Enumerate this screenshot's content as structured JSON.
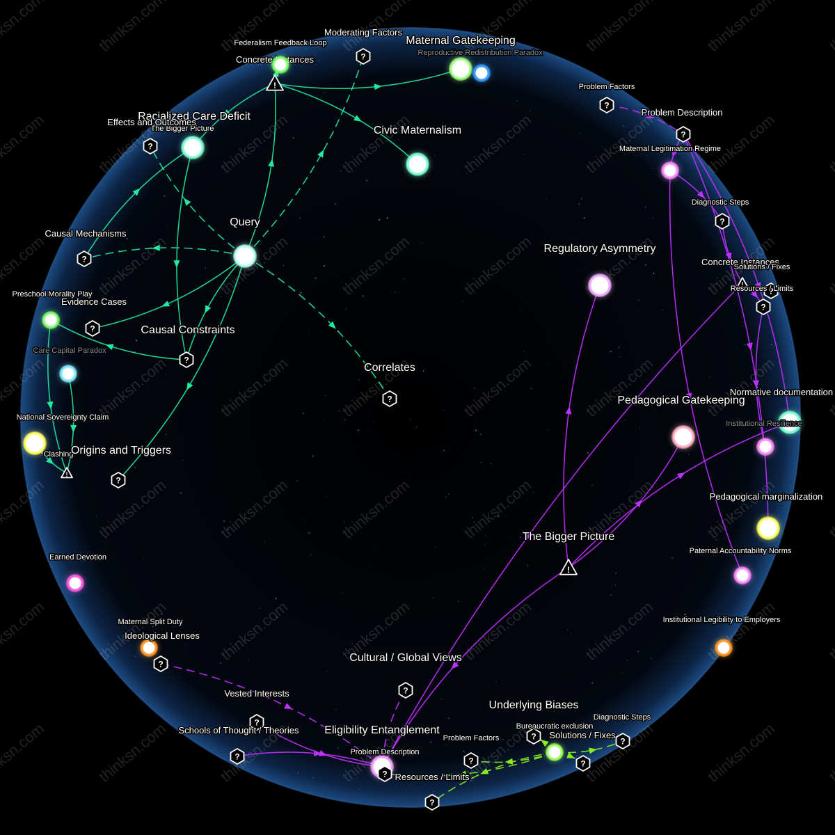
{
  "watermark": "thinksn.com",
  "colors": {
    "background": "#000000",
    "sphere": "#0b1a33",
    "sphere_rim": "#2c5e9e",
    "green": "#22e8a0",
    "purple": "#c030ff",
    "lime": "#88ee22",
    "white": "#ffffff"
  },
  "nodes": [
    {
      "id": "query",
      "label": "Query",
      "color": "#b8ffee",
      "type": "orb"
    },
    {
      "id": "correlates",
      "label": "Correlates",
      "type": "question"
    },
    {
      "id": "civic_maternalism",
      "label": "Civic Maternalism",
      "color": "#7dffd4",
      "type": "orb"
    },
    {
      "id": "maternal_gatekeeping",
      "label": "Maternal Gatekeeping",
      "color": "#a0ff80",
      "type": "orb"
    },
    {
      "id": "reproductive_paradox",
      "label": "Reproductive Redistribution Paradox",
      "color": "#3aa0ff",
      "type": "orb-small",
      "dim": true
    },
    {
      "id": "moderating_factors",
      "label": "Moderating Factors",
      "type": "question"
    },
    {
      "id": "concrete_instances_top",
      "label": "Concrete Instances",
      "type": "warning"
    },
    {
      "id": "federalism_loop",
      "label": "Federalism Feedback Loop",
      "color": "#80ff70",
      "type": "orb-small"
    },
    {
      "id": "racialized_care",
      "label": "Racialized Care Deficit",
      "color": "#7dffd4",
      "type": "orb"
    },
    {
      "id": "bigger_picture_small",
      "label": "The Bigger Picture",
      "type": "label-only"
    },
    {
      "id": "effects_outcomes",
      "label": "Effects and Outcomes",
      "type": "question"
    },
    {
      "id": "causal_mechanisms",
      "label": "Causal Mechanisms",
      "type": "question"
    },
    {
      "id": "evidence_cases",
      "label": "Evidence Cases",
      "type": "question"
    },
    {
      "id": "preschool_morality",
      "label": "Preschool Morality Play",
      "color": "#80ff70",
      "type": "orb-small"
    },
    {
      "id": "care_capital",
      "label": "Care Capital Paradox",
      "color": "#80eaff",
      "type": "orb-small",
      "dim": true
    },
    {
      "id": "causal_constraints",
      "label": "Causal Constraints",
      "type": "question"
    },
    {
      "id": "sovereignty_claim",
      "label": "National Sovereignty Claim",
      "color": "#ffff60",
      "type": "orb"
    },
    {
      "id": "clashing",
      "label": "Clashing",
      "type": "warning-small"
    },
    {
      "id": "origins_triggers",
      "label": "Origins and Triggers",
      "type": "question"
    },
    {
      "id": "earned_devotion",
      "label": "Earned Devotion",
      "color": "#ff60e0",
      "type": "orb-small"
    },
    {
      "id": "maternal_split_duty",
      "label": "Maternal Split Duty",
      "color": "#ff9a30",
      "type": "orb-small"
    },
    {
      "id": "ideological_lenses",
      "label": "Ideological Lenses",
      "type": "question"
    },
    {
      "id": "vested_interests",
      "label": "Vested Interests",
      "type": "question"
    },
    {
      "id": "schools_of_thought",
      "label": "Schools of Thought / Theories",
      "type": "question"
    },
    {
      "id": "cultural_views",
      "label": "Cultural / Global Views",
      "type": "question"
    },
    {
      "id": "eligibility_entanglement",
      "label": "Eligibility Entanglement",
      "color": "#f0a0ff",
      "type": "orb"
    },
    {
      "id": "problem_description_bottom",
      "label": "Problem Description",
      "type": "question"
    },
    {
      "id": "problem_factors_bottom",
      "label": "Problem Factors",
      "type": "question"
    },
    {
      "id": "resources_limits_bottom",
      "label": "Resources / Limits",
      "type": "question"
    },
    {
      "id": "underlying_biases",
      "label": "Underlying Biases",
      "type": "question"
    },
    {
      "id": "bureaucratic_exclusion",
      "label": "Bureaucratic exclusion",
      "color": "#a0ff60",
      "type": "orb-small"
    },
    {
      "id": "solutions_fixes_bottom",
      "label": "Solutions / Fixes",
      "type": "question"
    },
    {
      "id": "diagnostic_steps_bottom",
      "label": "Diagnostic Steps",
      "type": "question"
    },
    {
      "id": "regulatory_asymmetry",
      "label": "Regulatory Asymmetry",
      "color": "#f0b0ff",
      "type": "orb"
    },
    {
      "id": "pedagogical_gatekeeping",
      "label": "Pedagogical Gatekeeping",
      "color": "#ffb0c0",
      "type": "orb"
    },
    {
      "id": "bigger_picture",
      "label": "The Bigger Picture",
      "type": "warning"
    },
    {
      "id": "problem_factors_right",
      "label": "Problem Factors",
      "type": "question"
    },
    {
      "id": "problem_description_right",
      "label": "Problem Description",
      "type": "question"
    },
    {
      "id": "maternal_legitimation",
      "label": "Maternal Legitimation Regime",
      "color": "#ff90ff",
      "type": "orb-small"
    },
    {
      "id": "diagnostic_steps_right",
      "label": "Diagnostic Steps",
      "type": "question"
    },
    {
      "id": "concrete_instances_right",
      "label": "Concrete Instances",
      "type": "warning-small"
    },
    {
      "id": "solutions_fixes_right",
      "label": "Solutions / Fixes",
      "type": "question"
    },
    {
      "id": "resources_limits_right",
      "label": "Resources / Limits",
      "type": "question"
    },
    {
      "id": "normative_documentation",
      "label": "Normative documentation",
      "color": "#7dffd4",
      "type": "orb"
    },
    {
      "id": "institutional_resilience",
      "label": "Institutional Resilience",
      "color": "#ff90ff",
      "type": "orb-small",
      "dim": true
    },
    {
      "id": "pedagogical_marginalization",
      "label": "Pedagogical marginalization",
      "color": "#ffff60",
      "type": "orb"
    },
    {
      "id": "paternal_accountability",
      "label": "Paternal Accountability Norms",
      "color": "#ff90ff",
      "type": "orb-small"
    },
    {
      "id": "institutional_legibility",
      "label": "Institutional Legibility to Employers",
      "color": "#ff9a30",
      "type": "orb-small"
    }
  ],
  "edges": [
    {
      "from": "query",
      "to": "correlates",
      "color": "green",
      "style": "dashed"
    },
    {
      "from": "query",
      "to": "causal_mechanisms",
      "color": "green",
      "style": "dashed"
    },
    {
      "from": "query",
      "to": "effects_outcomes",
      "color": "green",
      "style": "dashed"
    },
    {
      "from": "query",
      "to": "moderating_factors",
      "color": "green",
      "style": "dashed"
    },
    {
      "from": "query",
      "to": "evidence_cases",
      "color": "green",
      "style": "solid"
    },
    {
      "from": "query",
      "to": "causal_constraints",
      "color": "green",
      "style": "solid"
    },
    {
      "from": "query",
      "to": "origins_triggers",
      "color": "green",
      "style": "solid"
    },
    {
      "from": "query",
      "to": "concrete_instances_top",
      "color": "green",
      "style": "solid"
    },
    {
      "from": "concrete_instances_top",
      "to": "civic_maternalism",
      "color": "green",
      "style": "solid"
    },
    {
      "from": "concrete_instances_top",
      "to": "maternal_gatekeeping",
      "color": "green",
      "style": "solid"
    },
    {
      "from": "concrete_instances_top",
      "to": "federalism_loop",
      "color": "green",
      "style": "solid"
    },
    {
      "from": "concrete_instances_top",
      "to": "racialized_care",
      "color": "green",
      "style": "solid"
    },
    {
      "from": "causal_mechanisms",
      "to": "racialized_care",
      "color": "green",
      "style": "solid"
    },
    {
      "from": "racialized_care",
      "to": "causal_constraints",
      "color": "green",
      "style": "solid"
    },
    {
      "from": "causal_constraints",
      "to": "preschool_morality",
      "color": "green",
      "style": "solid"
    },
    {
      "from": "preschool_morality",
      "to": "clashing",
      "color": "green",
      "style": "solid"
    },
    {
      "from": "care_capital",
      "to": "clashing",
      "color": "green",
      "style": "solid"
    },
    {
      "from": "sovereignty_claim",
      "to": "clashing",
      "color": "green",
      "style": "solid"
    },
    {
      "from": "bigger_picture",
      "to": "regulatory_asymmetry",
      "color": "purple",
      "style": "solid"
    },
    {
      "from": "bigger_picture",
      "to": "pedagogical_gatekeeping",
      "color": "purple",
      "style": "solid"
    },
    {
      "from": "bigger_picture",
      "to": "normative_documentation",
      "color": "purple",
      "style": "solid"
    },
    {
      "from": "bigger_picture",
      "to": "eligibility_entanglement",
      "color": "purple",
      "style": "solid"
    },
    {
      "from": "problem_factors_right",
      "to": "problem_description_right",
      "color": "purple",
      "style": "dashed"
    },
    {
      "from": "problem_description_right",
      "to": "maternal_legitimation",
      "color": "purple",
      "style": "solid"
    },
    {
      "from": "maternal_legitimation",
      "to": "diagnostic_steps_right",
      "color": "purple",
      "style": "solid"
    },
    {
      "from": "diagnostic_steps_right",
      "to": "concrete_instances_right",
      "color": "purple",
      "style": "solid"
    },
    {
      "from": "concrete_instances_right",
      "to": "resources_limits_right",
      "color": "purple",
      "style": "solid"
    },
    {
      "from": "resources_limits_right",
      "to": "institutional_resilience",
      "color": "purple",
      "style": "solid"
    },
    {
      "from": "problem_description_right",
      "to": "pedagogical_marginalization",
      "color": "purple",
      "style": "solid"
    },
    {
      "from": "maternal_legitimation",
      "to": "paternal_accountability",
      "color": "purple",
      "style": "solid"
    },
    {
      "from": "problem_description_right",
      "to": "normative_documentation",
      "color": "purple",
      "style": "solid"
    },
    {
      "from": "concrete_instances_right",
      "to": "eligibility_entanglement",
      "color": "purple",
      "style": "solid"
    },
    {
      "from": "ideological_lenses",
      "to": "eligibility_entanglement",
      "color": "purple",
      "style": "dashed"
    },
    {
      "from": "vested_interests",
      "to": "eligibility_entanglement",
      "color": "purple",
      "style": "solid"
    },
    {
      "from": "schools_of_thought",
      "to": "eligibility_entanglement",
      "color": "purple",
      "style": "solid"
    },
    {
      "from": "cultural_views",
      "to": "eligibility_entanglement",
      "color": "purple",
      "style": "dashed"
    },
    {
      "from": "bureaucratic_exclusion",
      "to": "problem_factors_bottom",
      "color": "lime",
      "style": "dashed"
    },
    {
      "from": "bureaucratic_exclusion",
      "to": "resources_limits_bottom",
      "color": "lime",
      "style": "dashed"
    },
    {
      "from": "bureaucratic_exclusion",
      "to": "solutions_fixes_bottom",
      "color": "lime",
      "style": "dashed"
    },
    {
      "from": "bureaucratic_exclusion",
      "to": "diagnostic_steps_bottom",
      "color": "lime",
      "style": "dashed"
    },
    {
      "from": "bureaucratic_exclusion",
      "to": "problem_description_bottom",
      "color": "lime",
      "style": "dashed"
    },
    {
      "from": "bureaucratic_exclusion",
      "to": "underlying_biases",
      "color": "lime",
      "style": "dashed"
    }
  ]
}
